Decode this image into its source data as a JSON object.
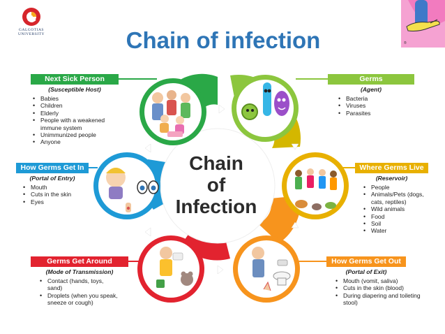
{
  "title": "Chain of infection",
  "logo": {
    "name": "GALGOTIAS",
    "subtitle": "UNIVERSITY"
  },
  "center": {
    "line1": "Chain",
    "line2": "of",
    "line3": "Infection"
  },
  "colors": {
    "title": "#2e75b6",
    "germs": "#8cc63e",
    "reservoir": "#e8b000",
    "exit": "#f7941d",
    "transmission": "#e2232f",
    "portal_entry": "#1e9ad6",
    "host": "#2aa847"
  },
  "sections": {
    "host": {
      "header": "Next Sick Person",
      "subtitle": "(Susceptible Host)",
      "items": [
        "Babies",
        "Children",
        "Elderly",
        "People with a weakened immune system",
        "Unimmunized people",
        "Anyone"
      ]
    },
    "germs": {
      "header": "Germs",
      "subtitle": "(Agent)",
      "items": [
        "Bacteria",
        "Viruses",
        "Parasites"
      ]
    },
    "entry": {
      "header": "How Germs Get In",
      "subtitle": "(Portal of Entry)",
      "items": [
        "Mouth",
        "Cuts in the skin",
        "Eyes"
      ]
    },
    "reservoir": {
      "header": "Where Germs Live",
      "subtitle": "(Reservoir)",
      "items": [
        "People",
        "Animals/Pets (dogs, cats, reptiles)",
        "Wild animals",
        "Food",
        "Soil",
        "Water"
      ]
    },
    "transmission": {
      "header": "Germs Get Around",
      "subtitle": "(Mode of Transmission)",
      "items": [
        "Contact (hands, toys, sand)",
        "Droplets (when you speak, sneeze or cough)"
      ]
    },
    "exit": {
      "header": "How Germs Get Out",
      "subtitle": "(Portal of Exit)",
      "items": [
        "Mouth (vomit, saliva)",
        "Cuts in the skin (blood)",
        "During diapering and toileting stool)"
      ]
    }
  }
}
